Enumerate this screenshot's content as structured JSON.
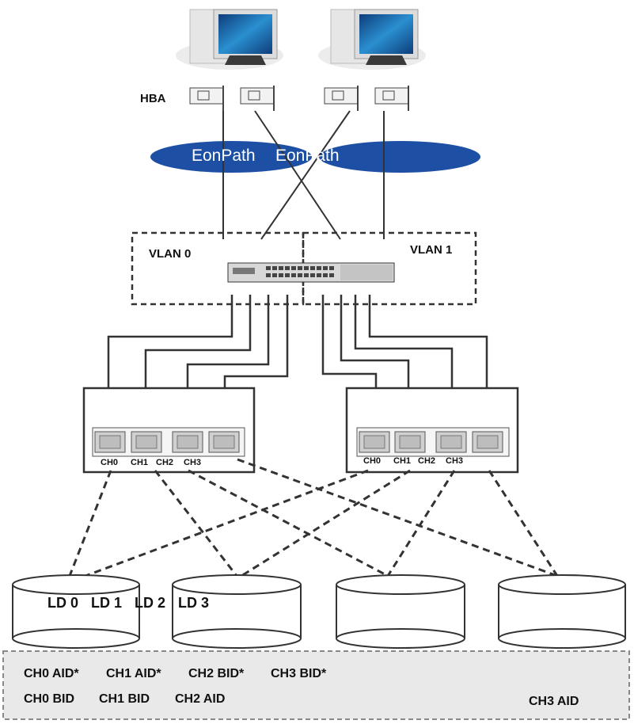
{
  "labels": {
    "hba": "HBA",
    "eonpath_left": "EonPath",
    "eonpath_right": "EonPath",
    "vlan0": "VLAN 0",
    "vlan1": "VLAN 1"
  },
  "controller_a": {
    "ch0": "CH0",
    "ch1": "CH1",
    "ch2": "CH2",
    "ch3": "CH3"
  },
  "controller_b": {
    "ch0": "CH0",
    "ch1": "CH1",
    "ch2": "CH2",
    "ch3": "CH3"
  },
  "logical_drives": {
    "ld0": "LD 0",
    "ld1": "LD 1",
    "ld2": "LD 2",
    "ld3": "LD 3"
  },
  "assignments": {
    "row1": [
      "CH0 AID*",
      "CH1 AID*",
      "CH2 BID*",
      "CH3 BID*"
    ],
    "row2": [
      "CH0 BID",
      "CH1 BID",
      "CH2 AID"
    ],
    "ch3_aid": "CH3 AID"
  },
  "colors": {
    "ellipse": "#1d4fa5",
    "line": "#333333",
    "monitor": "#1f7ab8"
  }
}
